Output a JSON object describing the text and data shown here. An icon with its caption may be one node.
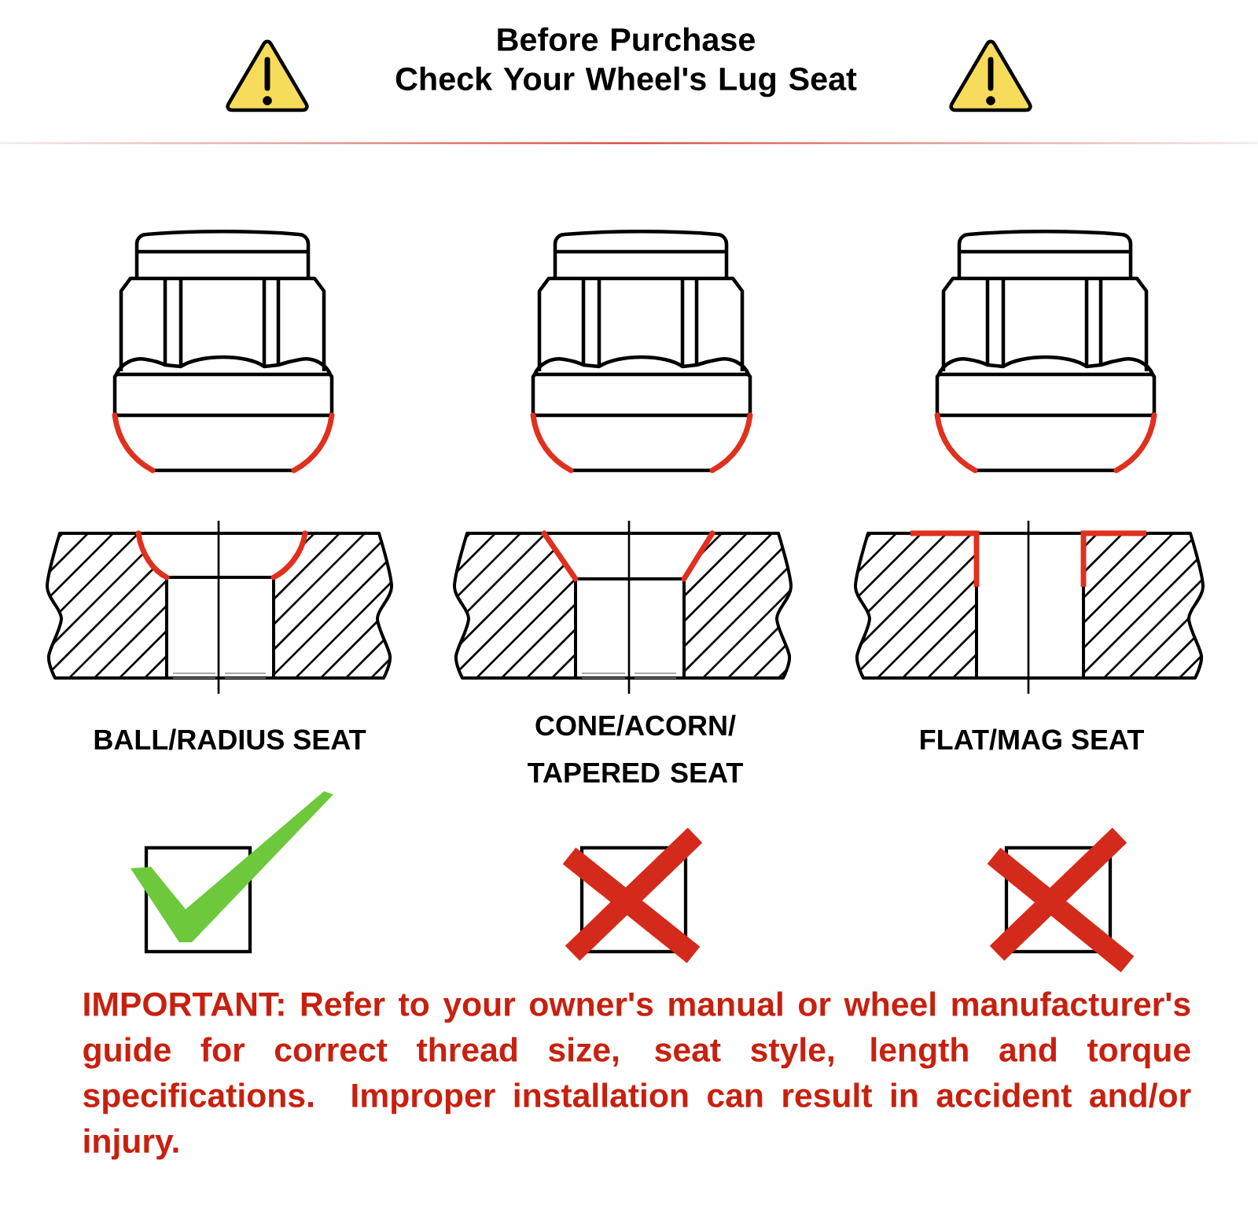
{
  "diagram": {
    "title": "Before Purchase Check Your Wheel's Lug Seat",
    "labels": [
      "BALL/RADIUS SEAT",
      "CONE/ACORN/ TAPERED SEAT",
      "FLAT/MAG SEAT",
      "IMPORTANT: Refer to your owner's manual or wheel manufacturer's guide for correct thread size, seat style, length and torque specifications. Improper installation can result in accident and/or injury."
    ]
  }
}
